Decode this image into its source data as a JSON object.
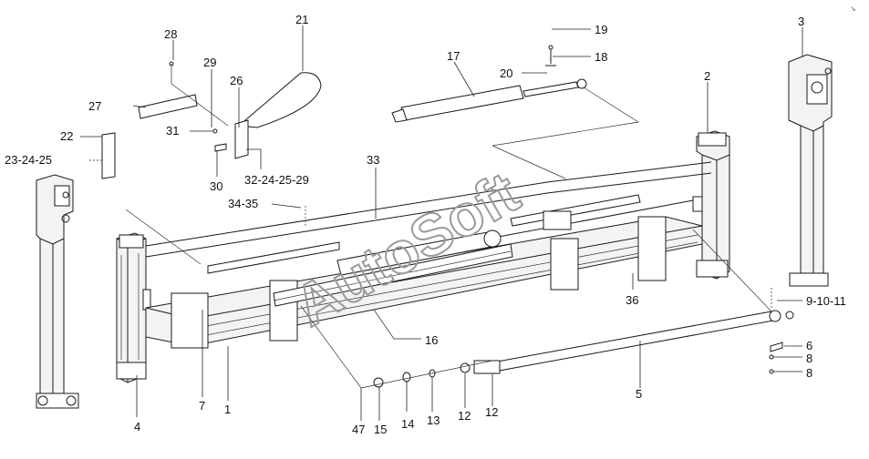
{
  "watermark": "AutoSoft",
  "labels": {
    "l1": "1",
    "l2": "2",
    "l3": "3",
    "l4": "4",
    "l5": "5",
    "l6": "6",
    "l7": "7",
    "l8a": "8",
    "l8b": "8",
    "l91011": "9-10-11",
    "l12a": "12",
    "l12b": "12",
    "l13": "13",
    "l14": "14",
    "l15": "15",
    "l16": "16",
    "l17": "17",
    "l18": "18",
    "l19": "19",
    "l20": "20",
    "l21": "21",
    "l22": "22",
    "l23": "23-24-25",
    "l26": "26",
    "l27": "27",
    "l28": "28",
    "l29": "29",
    "l30": "30",
    "l31": "31",
    "l32": "32-24-25-29",
    "l33": "33",
    "l3435": "34-35",
    "l36": "36",
    "l47": "47"
  }
}
